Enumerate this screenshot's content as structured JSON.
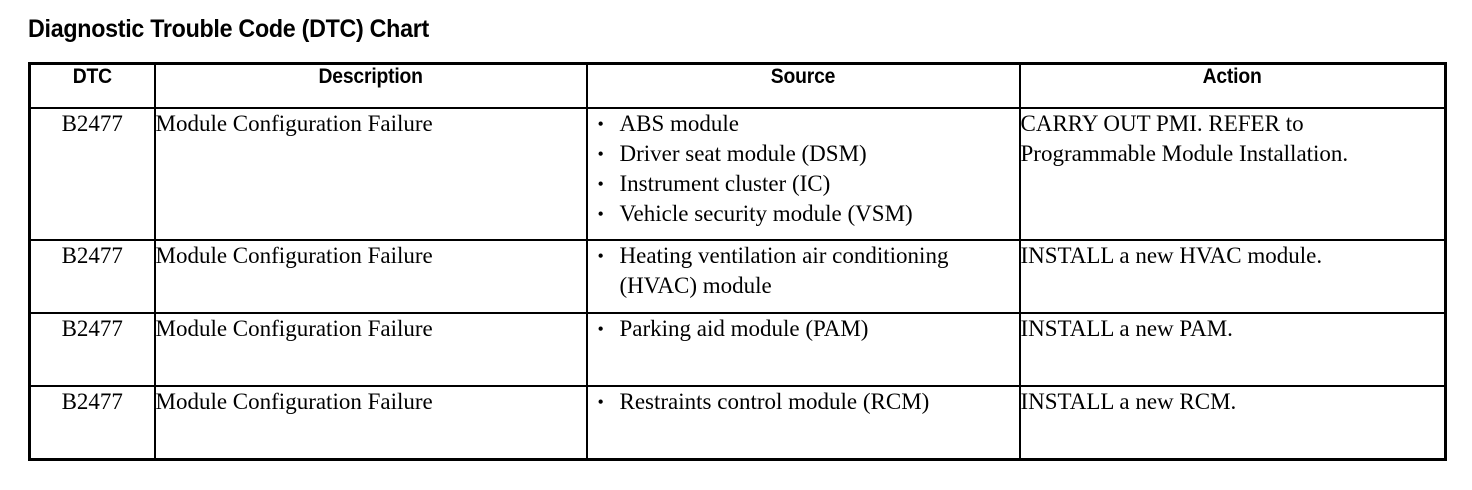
{
  "document": {
    "title": "Diagnostic Trouble Code (DTC) Chart"
  },
  "table": {
    "headers": {
      "dtc": "DTC",
      "description": "Description",
      "source": "Source",
      "action": "Action"
    },
    "rows": [
      {
        "dtc": "B2477",
        "description": "Module Configuration Failure",
        "source": [
          "ABS module",
          "Driver seat module (DSM)",
          "Instrument cluster (IC)",
          "Vehicle security module (VSM)"
        ],
        "action": "CARRY OUT PMI. REFER to Programmable Module Installation."
      },
      {
        "dtc": "B2477",
        "description": "Module Configuration Failure",
        "source": [
          "Heating ventilation air conditioning (HVAC) module"
        ],
        "action": "INSTALL a new HVAC module."
      },
      {
        "dtc": "B2477",
        "description": "Module Configuration Failure",
        "source": [
          "Parking aid module (PAM)"
        ],
        "action": "INSTALL a new PAM."
      },
      {
        "dtc": "B2477",
        "description": "Module Configuration Failure",
        "source": [
          "Restraints control module (RCM)"
        ],
        "action": "INSTALL a new RCM."
      }
    ]
  },
  "icons": {
    "bullet": "•"
  },
  "colors": {
    "text": "#000000",
    "background": "#ffffff",
    "border": "#000000"
  }
}
